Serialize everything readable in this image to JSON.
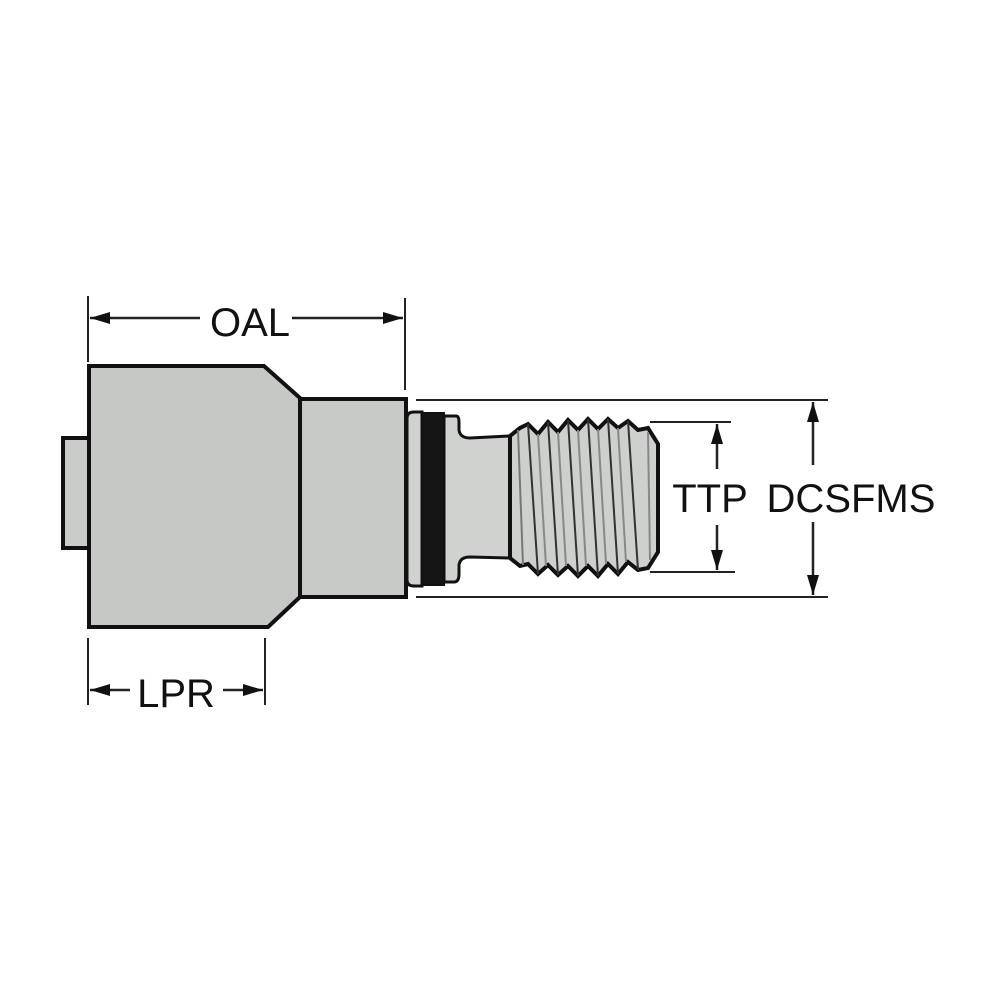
{
  "diagram": {
    "type": "technical-dimension-drawing",
    "subject": "hose fitting with male threaded end",
    "colors": {
      "background": "#ffffff",
      "body_fill": "#c5c8c4",
      "thread_fill": "#cdd0cc",
      "outline": "#111111",
      "o_ring": "#111111",
      "dimension_line": "#222222"
    },
    "dimensions": {
      "oal": {
        "label": "OAL",
        "description": "overall length",
        "orientation": "horizontal"
      },
      "lpr": {
        "label": "LPR",
        "description": "length of ferrule",
        "orientation": "horizontal"
      },
      "ttp": {
        "label": "TTP",
        "description": "thread size",
        "orientation": "vertical"
      },
      "dcsfms": {
        "label": "DCSFMS",
        "description": "fitting diameter",
        "orientation": "vertical"
      }
    },
    "parts": [
      {
        "name": "hose-stub"
      },
      {
        "name": "ferrule"
      },
      {
        "name": "hex-socket"
      },
      {
        "name": "flange"
      },
      {
        "name": "o-ring"
      },
      {
        "name": "neck"
      },
      {
        "name": "threaded-end"
      }
    ]
  }
}
